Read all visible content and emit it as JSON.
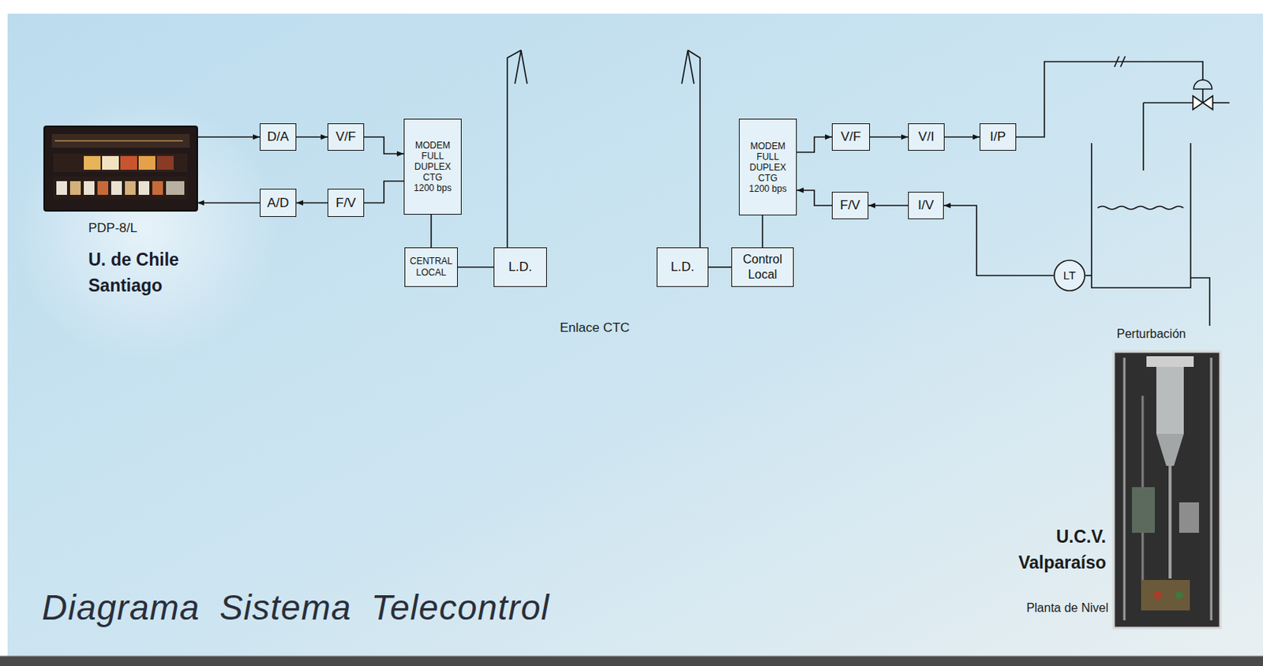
{
  "diagram": {
    "title": "Diagrama Sistema Telecontrol",
    "nodes": [
      {
        "text": [
          "PDP-8/L",
          "U. de Chile Santiago"
        ]
      },
      {
        "text": [
          "D/A"
        ]
      },
      {
        "text": [
          "V/F"
        ]
      },
      {
        "text": [
          "MODEM FULL DUPLEX CTG 1200 bps"
        ]
      },
      {
        "text": [
          "A/D"
        ]
      },
      {
        "text": [
          "F/V"
        ]
      },
      {
        "text": [
          "CENTRAL LOCAL"
        ]
      },
      {
        "text": [
          "L.D."
        ]
      },
      {
        "text": [
          "L.D."
        ]
      },
      {
        "text": [
          "Control Local"
        ]
      },
      {
        "text": [
          "MODEM FULL DUPLEX CTG 1200 bps"
        ]
      },
      {
        "text": [
          "V/F"
        ]
      },
      {
        "text": [
          "V/I"
        ]
      },
      {
        "text": [
          "I/P"
        ]
      },
      {
        "text": [
          "F/V"
        ]
      },
      {
        "text": [
          "I/V"
        ]
      },
      {
        "text": [
          "LT"
        ]
      }
    ],
    "edges": [
      {
        "from": 0,
        "to": 1,
        "arrow": "to"
      },
      {
        "from": 1,
        "to": 2,
        "arrow": "to"
      },
      {
        "from": 2,
        "to": 3,
        "arrow": "to"
      },
      {
        "from": 3,
        "to": 5,
        "arrow": "none"
      },
      {
        "from": 5,
        "to": 4,
        "arrow": "to"
      },
      {
        "from": 4,
        "to": 0,
        "arrow": "to"
      },
      {
        "from": 3,
        "to": 6,
        "arrow": "none"
      },
      {
        "from": 6,
        "to": 7,
        "arrow": "none"
      },
      {
        "from": 8,
        "to": 9,
        "arrow": "none"
      },
      {
        "from": 9,
        "to": 10,
        "arrow": "none"
      },
      {
        "from": 10,
        "to": 11,
        "arrow": "to"
      },
      {
        "from": 11,
        "to": 12,
        "arrow": "to"
      },
      {
        "from": 12,
        "to": 13,
        "arrow": "to"
      },
      {
        "from": 16,
        "to": 15,
        "arrow": "to"
      },
      {
        "from": 15,
        "to": 14,
        "arrow": "to"
      },
      {
        "from": 14,
        "to": 10,
        "arrow": "to"
      }
    ],
    "labels": [
      "Enlace CTC",
      "Perturbación",
      "U.C.V. Valparaíso",
      "Planta de Nivel"
    ]
  }
}
